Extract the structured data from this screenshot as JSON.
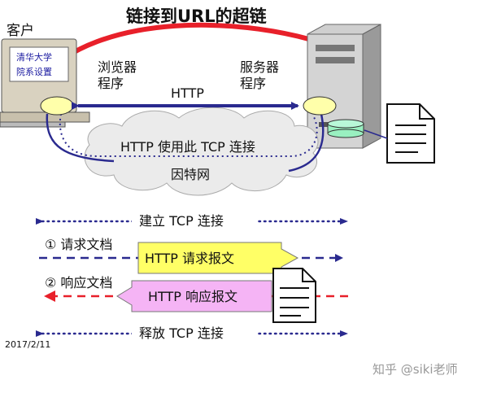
{
  "title": "链接到URL的超链",
  "client_label": "客户",
  "screen_text_line1": "清华大学",
  "screen_text_line2": "院系设置",
  "browser_label_line1": "浏览器",
  "browser_label_line2": "程序",
  "server_label_line1": "服务器",
  "server_label_line2": "程序",
  "http_label": "HTTP",
  "cloud_text": "HTTP 使用此 TCP 连接",
  "internet_label": "因特网",
  "establish_tcp": "建立 TCP 连接",
  "step1_label": "① 请求文档",
  "request_msg": "HTTP  请求报文",
  "step2_label": "② 响应文档",
  "response_msg": "HTTP  响应报文",
  "release_tcp": "释放 TCP 连接",
  "date": "2017/2/11",
  "watermark": "知乎 @siki老师",
  "colors": {
    "red": "#e8202a",
    "blue": "#2a2a8f",
    "yellow_box": "#ffff66",
    "pink_box": "#f5b4f5",
    "cloud": "#ebebeb",
    "oval": "#ffffaa",
    "green_disk": "#99f0c0"
  },
  "icons": [
    "computer-icon",
    "server-tower-icon",
    "document-icon",
    "cloud-icon",
    "database-disk-icon"
  ]
}
